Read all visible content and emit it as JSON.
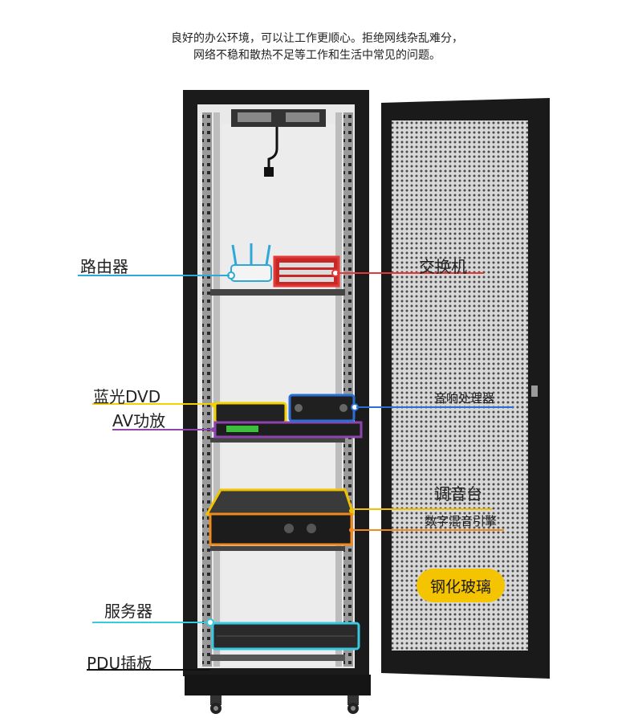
{
  "intro": {
    "line1": "良好的办公环境，可以让工作更顺心。拒绝网线杂乱难分，",
    "line2": "网络不稳和散热不足等工作和生活中常见的问题。"
  },
  "labels": {
    "router": "路由器",
    "switch": "交换机",
    "bluray": "蓝光DVD",
    "av_amp": "AV功放",
    "audio_processor": "音响处理器",
    "mixer": "调音台",
    "digital_mixer": "数字混音引擎",
    "tempered_glass": "钢化玻璃",
    "server": "服务器",
    "pdu": "PDU插板"
  },
  "colors": {
    "router": "#2ea8d8",
    "switch": "#e53935",
    "bluray": "#f2d200",
    "av_amp": "#8e44ad",
    "audio_processor": "#2b6fd6",
    "mixer": "#f2c200",
    "digital_mixer": "#f08a1c",
    "server": "#38c8e0",
    "pdu": "#111111",
    "badge": "#f5c400"
  }
}
